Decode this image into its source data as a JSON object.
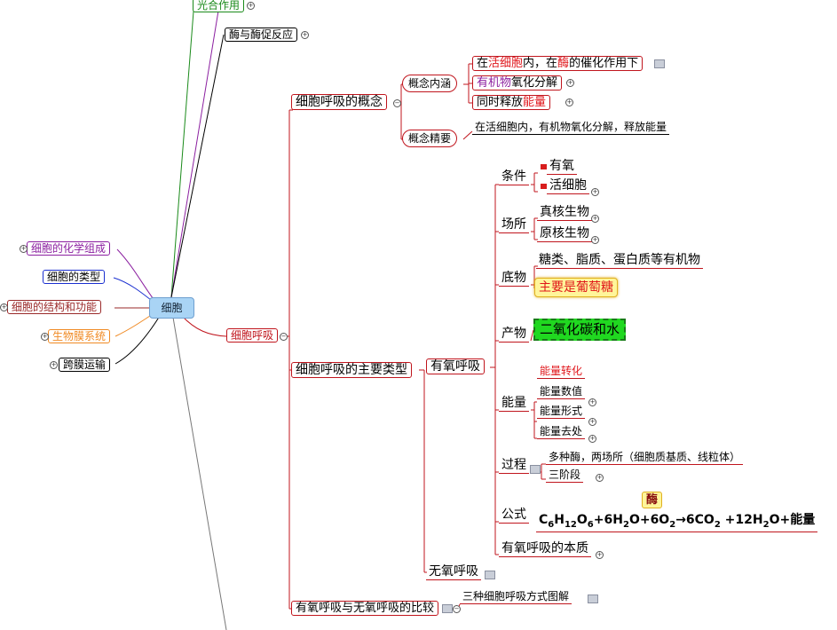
{
  "center": {
    "label": "细胞"
  },
  "top_branches": {
    "guanghe": "光合作用",
    "mei": "酶与酶促反应"
  },
  "left_branches": [
    {
      "label": "细胞的化学组成",
      "color": "#8b1fa0"
    },
    {
      "label": "细胞的类型",
      "color": "#1a2fd0"
    },
    {
      "label": "细胞的结构和功能",
      "color": "#9a2a2a"
    },
    {
      "label": "生物膜系统",
      "color": "#f08a24"
    },
    {
      "label": "跨膜运输",
      "color": "#000000"
    }
  ],
  "respiration": {
    "label": "细胞呼吸",
    "concept": {
      "label": "细胞呼吸的概念",
      "neihan": {
        "label": "概念内涵",
        "line1": {
          "a": "在",
          "b": "活细胞",
          "c": "内，在",
          "d": "酶",
          "e": "的催化作用下"
        },
        "line2": {
          "a": "有机物",
          "b": "氧化分解"
        },
        "line3": {
          "a": "同时释放",
          "b": "能量"
        }
      },
      "jingyao": {
        "label": "概念精要",
        "text": "在活细胞内，有机物氧化分解，释放能量"
      }
    },
    "types": {
      "label": "细胞呼吸的主要类型",
      "aerobic": {
        "label": "有氧呼吸",
        "condition": {
          "label": "条件",
          "items": [
            "有氧",
            "活细胞"
          ]
        },
        "place": {
          "label": "场所",
          "items": [
            "真核生物",
            "原核生物"
          ]
        },
        "substrate": {
          "label": "底物",
          "items": [
            "糖类、脂质、蛋白质等有机物",
            "主要是葡萄糖"
          ]
        },
        "product": {
          "label": "产物",
          "item": "二氧化碳和水"
        },
        "energy": {
          "label": "能量",
          "items": [
            "能量转化",
            "能量数值",
            "能量形式",
            "能量去处"
          ]
        },
        "process": {
          "label": "过程",
          "items": [
            "多种酶，两场所（细胞质基质、线粒体）",
            "三阶段"
          ]
        },
        "formula": {
          "label": "公式",
          "enzyme": "酶",
          "text": "C6H12O6+6H2O+6O2→6CO2 +12H2O+能量"
        },
        "essence": "有氧呼吸的本质"
      },
      "anaerobic": {
        "label": "无氧呼吸"
      }
    },
    "compare": {
      "label": "有氧呼吸与无氧呼吸的比较",
      "child": "三种细胞呼吸方式图解"
    }
  },
  "colors": {
    "red": "#c0151d",
    "center_fill": "#a9d4f5",
    "product_fill": "#20d820",
    "glucose_fill": "#fff59a"
  }
}
